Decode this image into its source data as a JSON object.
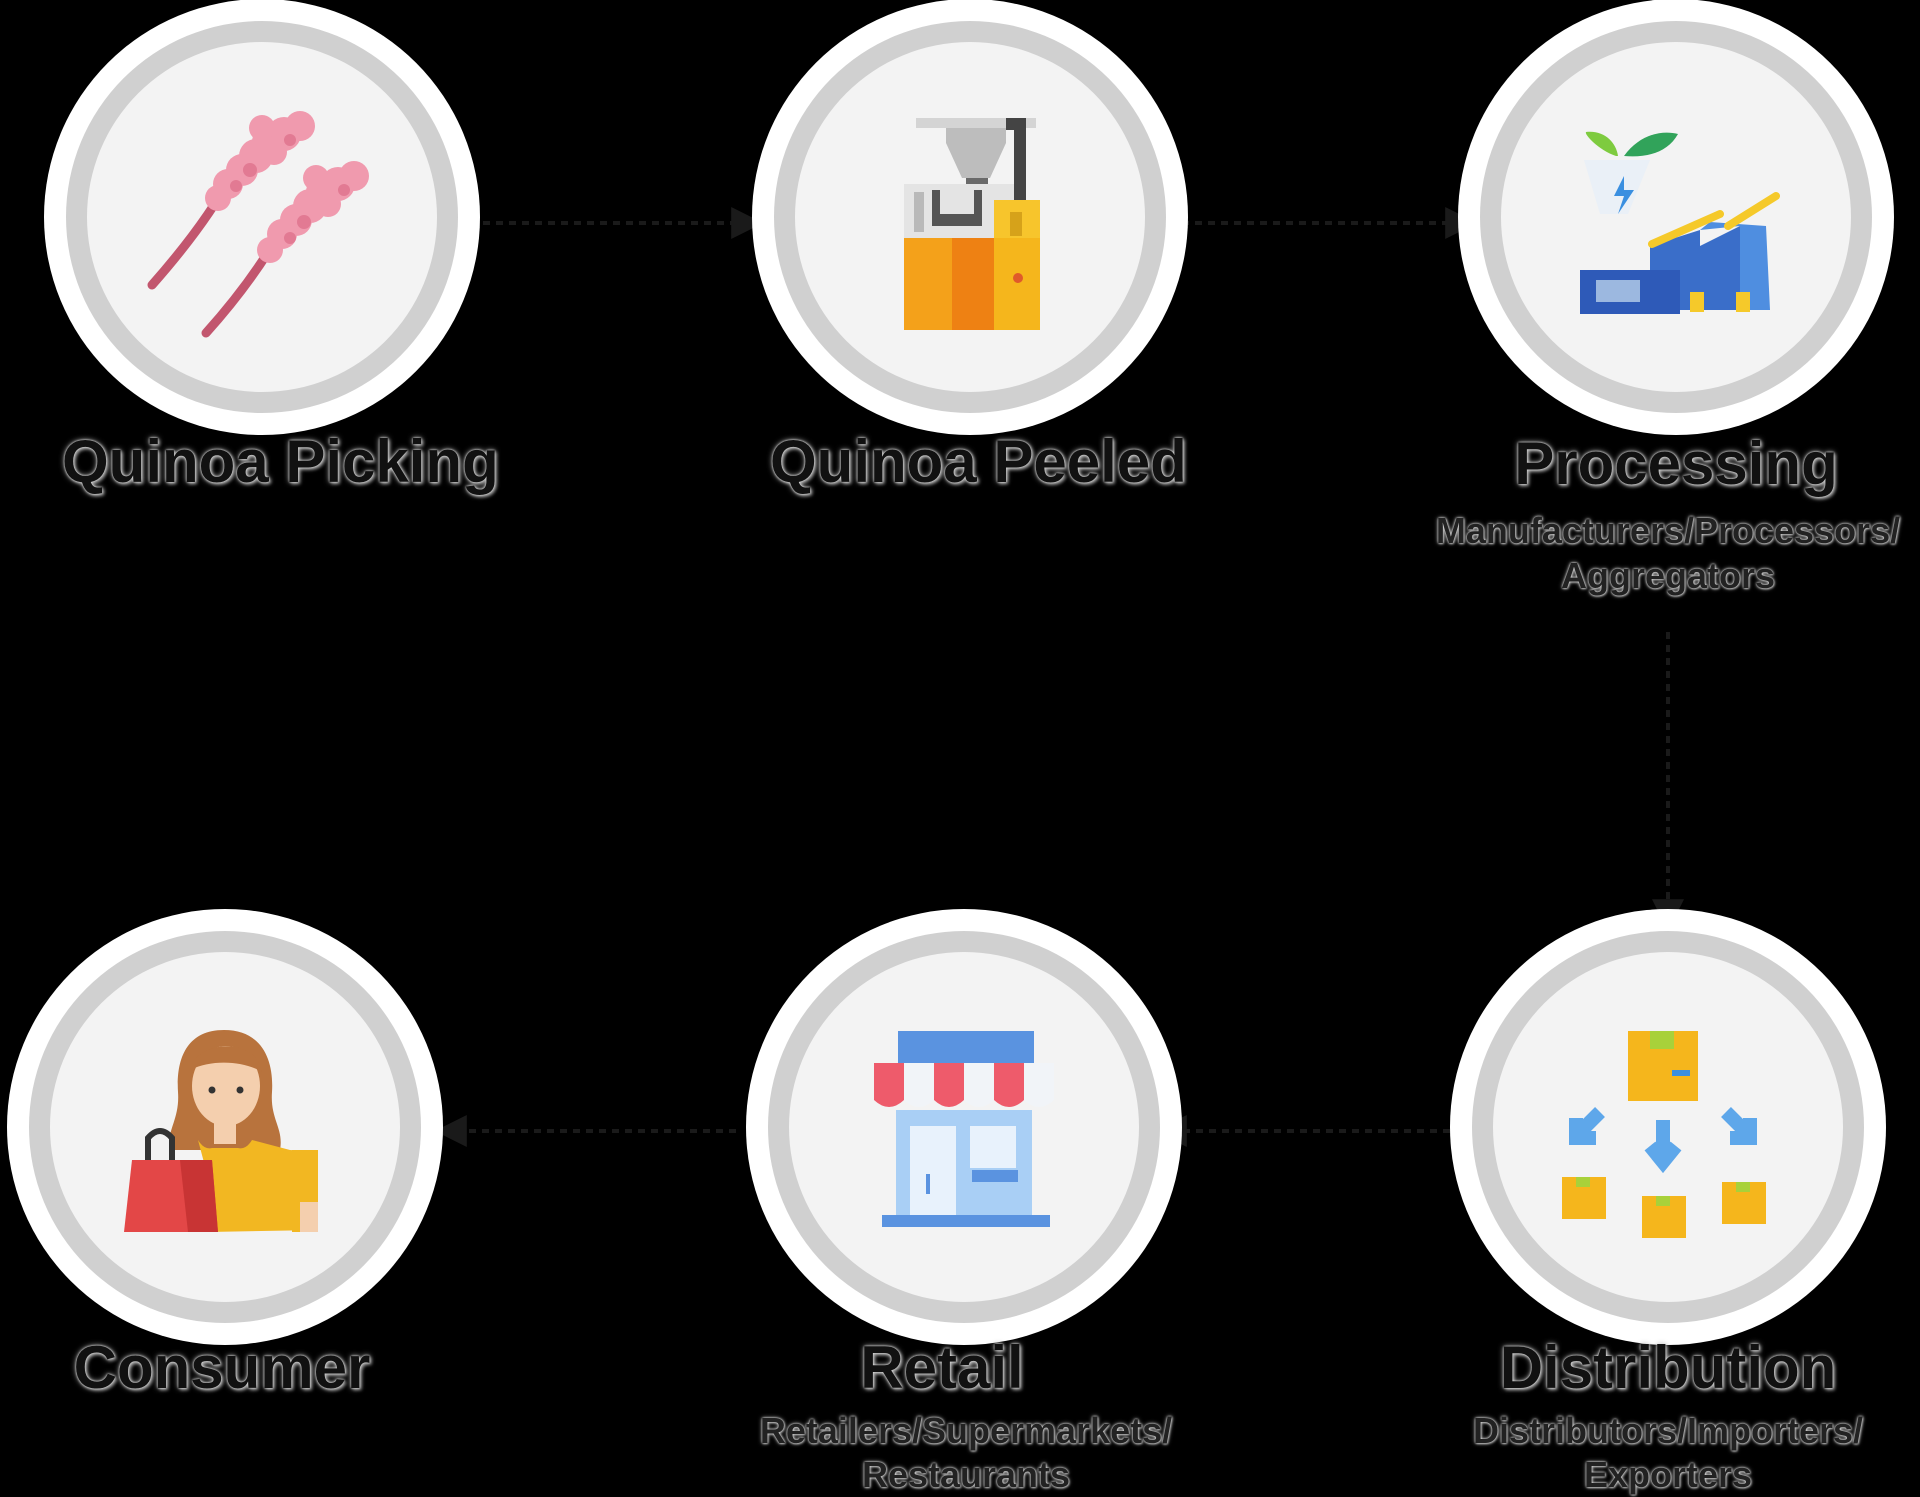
{
  "steps": [
    {
      "title": "Quinoa Picking",
      "subtitle": [
        "",
        ""
      ],
      "icon": "quinoa-plant-icon"
    },
    {
      "title": "Quinoa Peeled",
      "subtitle": [
        "",
        ""
      ],
      "icon": "peeling-machine-icon"
    },
    {
      "title": "Processing",
      "subtitle": [
        "Manufacturers/Processors/",
        "Aggregators"
      ],
      "icon": "factory-icon"
    },
    {
      "title": "Distribution",
      "subtitle": [
        "Distributors/Importers/",
        "Exporters"
      ],
      "icon": "distribution-boxes-icon"
    },
    {
      "title": "Retail",
      "subtitle": [
        "Retailers/Supermarkets/",
        "Restaurants"
      ],
      "icon": "storefront-icon"
    },
    {
      "title": "Consumer",
      "subtitle": [
        "",
        ""
      ],
      "icon": "shopper-icon"
    }
  ],
  "colors": {
    "background": "#000000",
    "circle_ring": "#cfcfcf",
    "circle_fill": "#f3f3f3",
    "arrow": "#1a1a1a"
  }
}
